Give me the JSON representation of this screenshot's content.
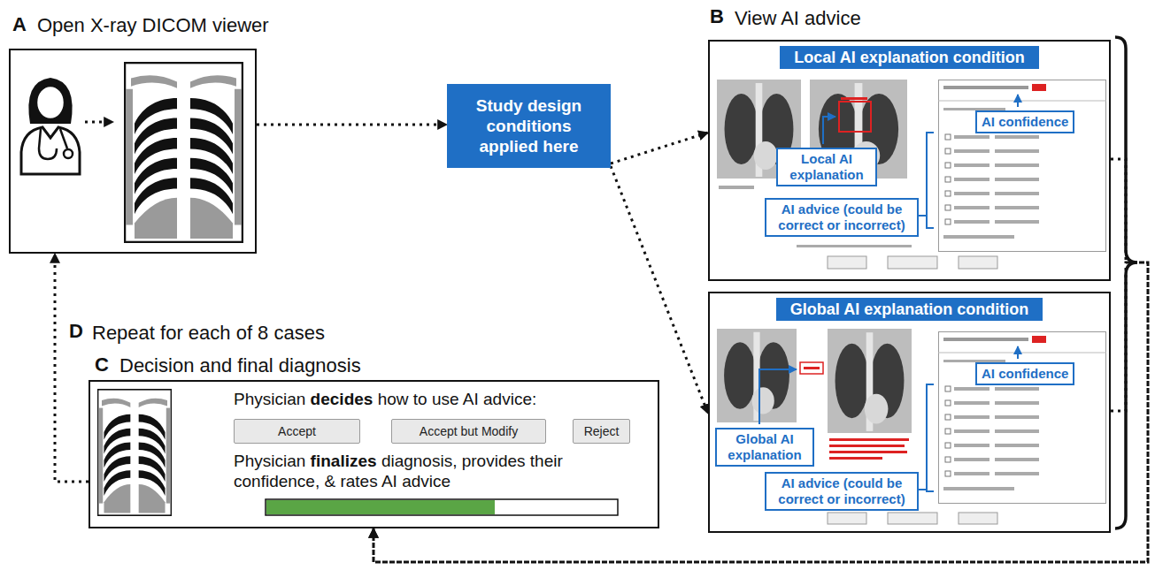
{
  "diagram": {
    "nodes": [
      {
        "text": [
          "A",
          "Open X-ray DICOM viewer"
        ]
      },
      {
        "text": [
          "Study design conditions applied here"
        ]
      },
      {
        "text": [
          "Local AI explanation condition"
        ]
      },
      {
        "text": [
          "Local AI explanation"
        ],
        "in": 2
      },
      {
        "text": [
          "AI confidence"
        ],
        "in": 2
      },
      {
        "text": [
          "AI advice (could be correct or incorrect)"
        ],
        "in": 2
      },
      {
        "text": [
          "Global AI explanation condition"
        ]
      },
      {
        "text": [
          "Global AI explanation"
        ],
        "in": 6
      },
      {
        "text": [
          "AI confidence"
        ],
        "in": 6
      },
      {
        "text": [
          "AI advice (could be correct or incorrect)"
        ],
        "in": 6
      },
      {
        "text": [
          "C",
          "Decision and final diagnosis",
          "Physician decides how to use AI advice:",
          "Physician finalizes diagnosis, provides their confidence, & rates AI advice"
        ]
      },
      {
        "text": [
          "Accept"
        ],
        "in": 10
      },
      {
        "text": [
          "Accept but Modify"
        ],
        "in": 10
      },
      {
        "text": [
          "Reject"
        ],
        "in": 10
      }
    ],
    "edges": [
      {
        "from": 0,
        "to": 1,
        "arrow": "to"
      },
      {
        "from": 1,
        "to": 2,
        "arrow": "to"
      },
      {
        "from": 1,
        "to": 6,
        "arrow": "to"
      },
      {
        "from": 2,
        "to": 10,
        "arrow": "to"
      },
      {
        "from": 6,
        "to": 10,
        "arrow": "to"
      },
      {
        "from": 10,
        "to": 0,
        "arrow": "to",
        "label": "Repeat for each of 8 cases"
      }
    ],
    "labels": [
      "B",
      "View AI advice",
      "D"
    ]
  }
}
